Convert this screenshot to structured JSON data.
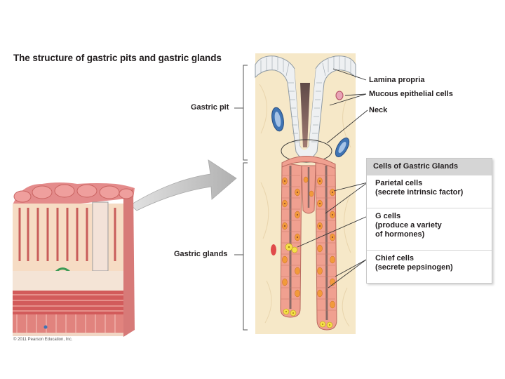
{
  "title": "The structure of gastric pits and gastric glands",
  "labels": {
    "gastric_pit": "Gastric pit",
    "gastric_glands": "Gastric glands",
    "lamina_propria": "Lamina propria",
    "mucous_epithelial_cells": "Mucous epithelial cells",
    "neck": "Neck"
  },
  "cells_box": {
    "heading": "Cells of Gastric Glands",
    "items": [
      {
        "name": "Parietal cells",
        "desc": "(secrete intrinsic factor)"
      },
      {
        "name": "G cells",
        "desc": "(produce a variety",
        "desc2": "of hormones)"
      },
      {
        "name": "Chief cells",
        "desc": "(secrete pepsinogen)"
      }
    ]
  },
  "copyright": "© 2011 Pearson Education, Inc.",
  "colors": {
    "lamina": "#f6e8c8",
    "epithelium": "#f0a090",
    "mucous_cell": "#eef0f2",
    "lumen": "#8a6a66",
    "vessel_blue": "#3f74b4",
    "gland_cell_orange": "#f29a3b",
    "g_cell_yellow": "#f5e04a",
    "muscle": "#c94f4f",
    "arrow_gray": "#b9b9b9"
  }
}
